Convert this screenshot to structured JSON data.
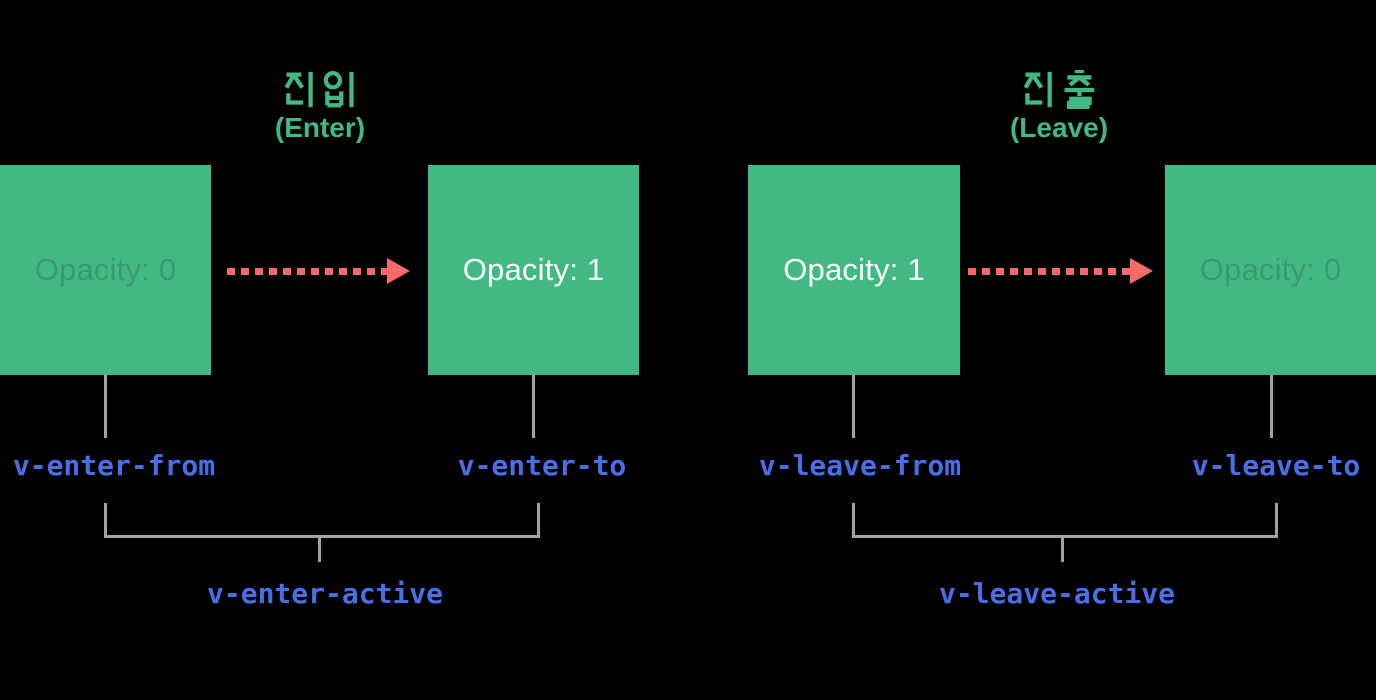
{
  "background": "#000000",
  "colors": {
    "green": "#42b883",
    "red": "#f8696a",
    "blue": "#4a6ee8",
    "gray": "#a3a3a3",
    "white": "#ffffff"
  },
  "enter_group": {
    "title_korean": "진입",
    "title_english": "(Enter)",
    "from_box": {
      "label": "Opacity: 0",
      "state": "faded"
    },
    "to_box": {
      "label": "Opacity: 1",
      "state": "solid"
    },
    "from_class": "v-enter-from",
    "to_class": "v-enter-to",
    "active_class": "v-enter-active"
  },
  "leave_group": {
    "title_korean": "진출",
    "title_english": "(Leave)",
    "from_box": {
      "label": "Opacity: 1",
      "state": "solid"
    },
    "to_box": {
      "label": "Opacity: 0",
      "state": "faded"
    },
    "from_class": "v-leave-from",
    "to_class": "v-leave-to",
    "active_class": "v-leave-active"
  }
}
